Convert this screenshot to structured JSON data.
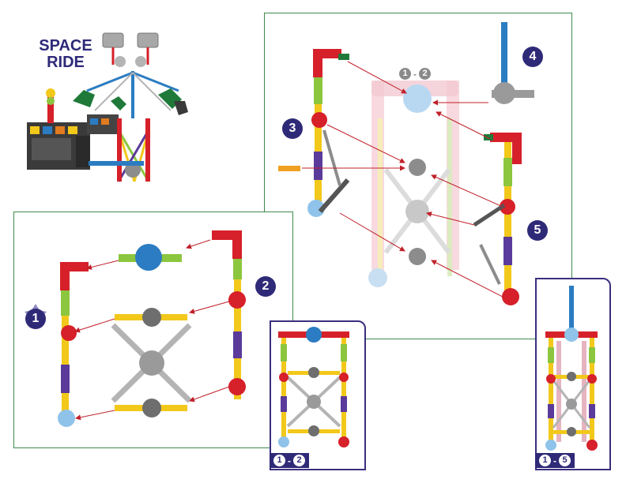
{
  "title": {
    "line1": "SPACE",
    "line2": "RIDE"
  },
  "step_badges": {
    "one": "1",
    "two": "2",
    "three": "3",
    "four": "4",
    "five": "5"
  },
  "sequences": {
    "ghost_from": "1",
    "ghost_dash": "-",
    "ghost_to": "2",
    "small_from": "1",
    "small_dash": "-",
    "small_to": "2",
    "final_from": "1",
    "final_dash": "-",
    "final_to": "5"
  },
  "colors": {
    "panel_border": "#3d8a4c",
    "badge": "#2f2a77",
    "connector_red": "#d6202a",
    "connector_blue": "#2b7cc2",
    "connector_grey": "#8c8c8c",
    "rod_yellow": "#f2c81a",
    "rod_green": "#8cc63f",
    "rod_purple": "#5a3a9a",
    "rod_grey": "#b4b4b4"
  }
}
